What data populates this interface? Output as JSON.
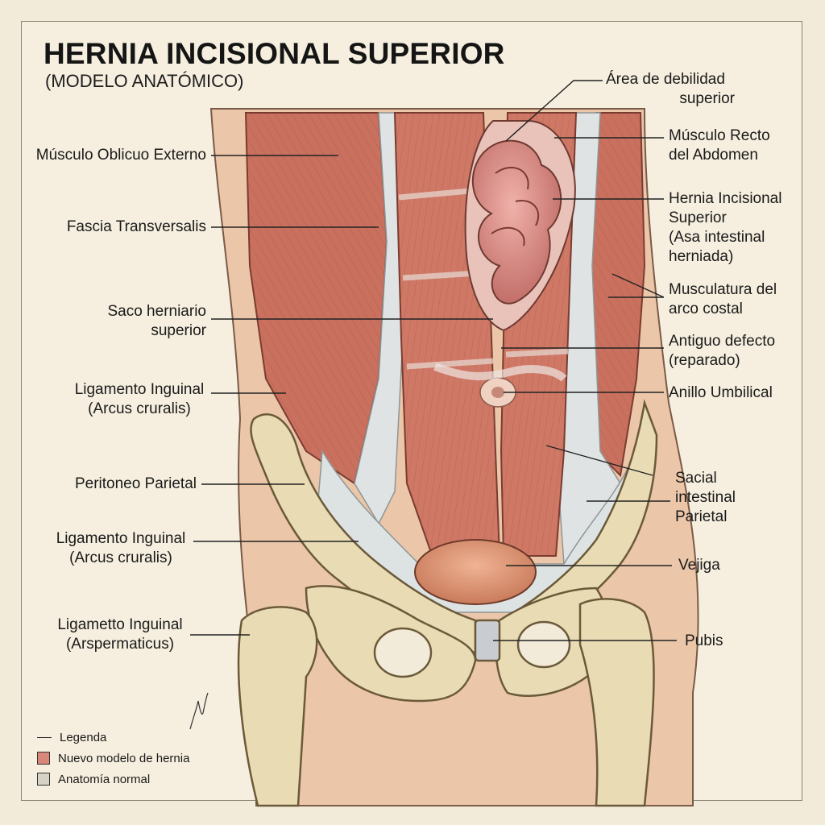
{
  "title": "HERNIA INCISIONAL SUPERIOR",
  "subtitle": "(MODELO ANATÓMICO)",
  "left_labels": [
    {
      "lines": [
        "Músculo Oblicuo Externo"
      ]
    },
    {
      "lines": [
        "Fascia Transversalis"
      ]
    },
    {
      "lines": [
        "Saco herniario",
        "superior"
      ]
    },
    {
      "lines": [
        "Ligamento Inguinal",
        "(Arcus cruralis)"
      ]
    },
    {
      "lines": [
        "Peritoneo Parietal"
      ]
    },
    {
      "lines": [
        "Ligamento Inguinal",
        "(Arcus cruralis)"
      ]
    },
    {
      "lines": [
        "Ligametto Inguinal",
        "(Arspermaticus)"
      ]
    }
  ],
  "right_labels": [
    {
      "lines": [
        "Área de debilidad",
        "superior"
      ]
    },
    {
      "lines": [
        "Músculo Recto",
        "del Abdomen"
      ]
    },
    {
      "lines": [
        "Hernia Incisional",
        "Superior",
        "(Asa intestinal",
        "herniada)"
      ]
    },
    {
      "lines": [
        "Musculatura del",
        "arco costal"
      ]
    },
    {
      "lines": [
        "Antiguo defecto",
        "(reparado)"
      ]
    },
    {
      "lines": [
        "Anillo Umbilical"
      ]
    },
    {
      "lines": [
        "Sacial",
        "intestinal",
        "Parietal"
      ]
    },
    {
      "lines": [
        "Vejiga"
      ]
    },
    {
      "lines": [
        "Pubis"
      ]
    }
  ],
  "legend": {
    "title": "Legenda",
    "items": [
      {
        "label": "Nuevo modelo de hernia",
        "color": "#d9877a"
      },
      {
        "label": "Anatomía normal",
        "color": "#d6d2c6"
      }
    ]
  },
  "colors": {
    "muscle": "#c9705e",
    "muscle_light": "#dd9484",
    "fascia": "#dfe3e4",
    "bone": "#e9dcb4",
    "skin": "#e8c2a4",
    "hernia": "#d98c86",
    "bladder": "#d98f6e"
  }
}
